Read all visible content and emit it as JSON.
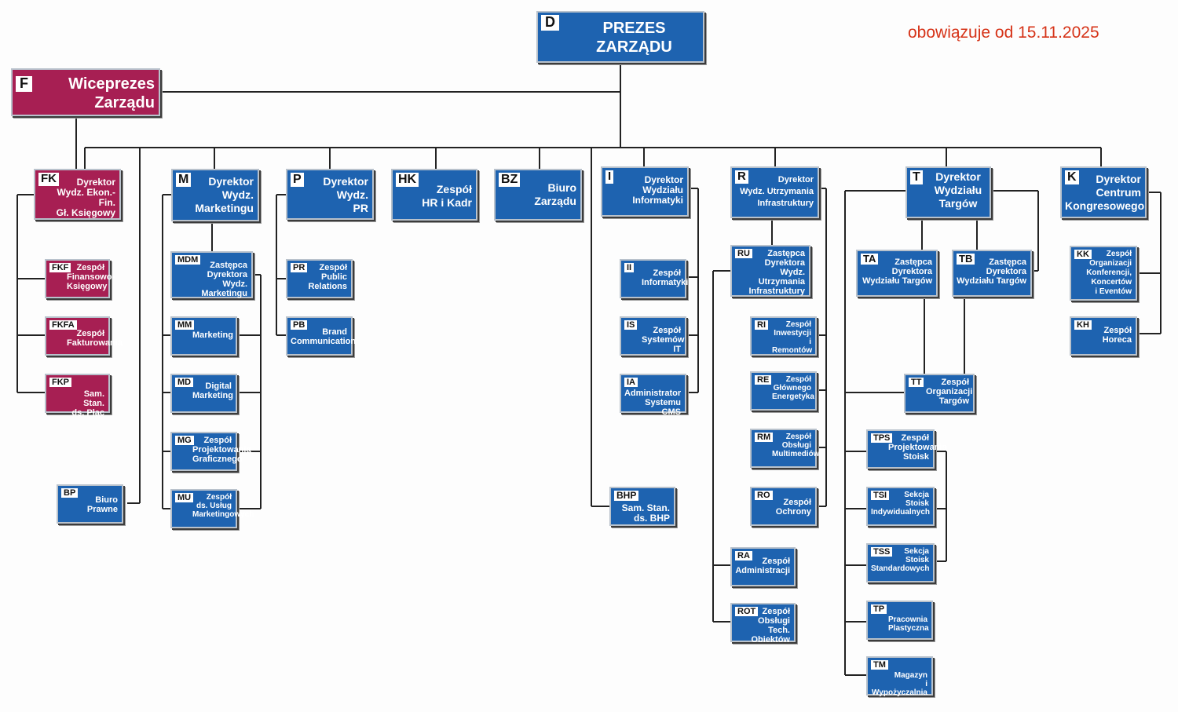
{
  "note": "obowiązuje od 15.11.2025",
  "colors": {
    "unit_blue": "#1e63b0",
    "unit_crimson": "#a71f53",
    "note_red": "#d63318"
  },
  "units": {
    "D": {
      "code": "D",
      "label": "PREZES\nZARZĄDU"
    },
    "F": {
      "code": "F",
      "label": "Wiceprezes\nZarządu"
    },
    "FK": {
      "code": "FK",
      "label": "Dyrektor\nWydz. Ekon.-Fin.\nGł. Księgowy"
    },
    "FKF": {
      "code": "FKF",
      "label": "Zespół\nFinansowo-\nKsięgowy"
    },
    "FKFA": {
      "code": "FKFA",
      "label": "Zespół\nFakturowania"
    },
    "FKP": {
      "code": "FKP",
      "label": "Sam. Stan.\nds. Płac"
    },
    "BP": {
      "code": "BP",
      "label": "Biuro\nPrawne"
    },
    "M": {
      "code": "M",
      "label": "Dyrektor\nWydz.\nMarketingu"
    },
    "MDM": {
      "code": "MDM",
      "label": "Zastępca\nDyrektora\nWydz. Marketingu"
    },
    "MM": {
      "code": "MM",
      "label": "Marketing"
    },
    "MD": {
      "code": "MD",
      "label": "Digital\nMarketing"
    },
    "MG": {
      "code": "MG",
      "label": "Zespół\nProjektowania\nGraficznego"
    },
    "MU": {
      "code": "MU",
      "label": "Zespół\nds. Usług\nMarketingowych"
    },
    "P": {
      "code": "P",
      "label": "Dyrektor\nWydz.\nPR"
    },
    "PR": {
      "code": "PR",
      "label": "Zespół\nPublic\nRelations"
    },
    "PB": {
      "code": "PB",
      "label": "Brand\nCommunication"
    },
    "HK": {
      "code": "HK",
      "label": "Zespół\nHR i Kadr"
    },
    "BZ": {
      "code": "BZ",
      "label": "Biuro\nZarządu"
    },
    "I": {
      "code": "I",
      "label": "Dyrektor\nWydziału\nInformatyki"
    },
    "II": {
      "code": "II",
      "label": "Zespół\nInformatyki"
    },
    "IS": {
      "code": "IS",
      "label": "Zespół\nSystemów IT"
    },
    "IA": {
      "code": "IA",
      "label": "Administrator\nSystemu CMS"
    },
    "BHP": {
      "code": "BHP",
      "label": "Sam. Stan.\nds. BHP"
    },
    "R": {
      "code": "R",
      "label": "Dyrektor\nWydz. Utrzymania\nInfrastruktury"
    },
    "RU": {
      "code": "RU",
      "label": "Zastępca\nDyrektora\nWydz. Utrzymania\nInfrastruktury"
    },
    "RI": {
      "code": "RI",
      "label": "Zespół\nInwestycji\ni Remontów"
    },
    "RE": {
      "code": "RE",
      "label": "Zespół\nGłównego\nEnergetyka"
    },
    "RM": {
      "code": "RM",
      "label": "Zespół\nObsługi\nMultimediów"
    },
    "RO": {
      "code": "RO",
      "label": "Zespół\nOchrony"
    },
    "RA": {
      "code": "RA",
      "label": "Zespół\nAdministracji"
    },
    "ROT": {
      "code": "ROT",
      "label": "Zespół\nObsługi Tech.\nObiektów"
    },
    "T": {
      "code": "T",
      "label": "Dyrektor\nWydziału\nTargów"
    },
    "TA": {
      "code": "TA",
      "label": "Zastępca\nDyrektora\nWydziału Targów"
    },
    "TB": {
      "code": "TB",
      "label": "Zastępca\nDyrektora\nWydziału Targów"
    },
    "TT": {
      "code": "TT",
      "label": "Zespół\nOrganizacji\nTargów"
    },
    "TPS": {
      "code": "TPS",
      "label": "Zespół\nProjektowania\nStoisk"
    },
    "TSI": {
      "code": "TSI",
      "label": "Sekcja\nStoisk\nIndywidualnych"
    },
    "TSS": {
      "code": "TSS",
      "label": "Sekcja\nStoisk\nStandardowych"
    },
    "TP": {
      "code": "TP",
      "label": "Pracownia\nPlastyczna"
    },
    "TM": {
      "code": "TM",
      "label": "Magazyn\ni Wypożyczalnia"
    },
    "K": {
      "code": "K",
      "label": "Dyrektor\nCentrum\nKongresowego"
    },
    "KK": {
      "code": "KK",
      "label": "Zespół\nOrganizacji\nKonferencji,\nKoncertów\ni Eventów"
    },
    "KH": {
      "code": "KH",
      "label": "Zespół\nHoreca"
    }
  }
}
